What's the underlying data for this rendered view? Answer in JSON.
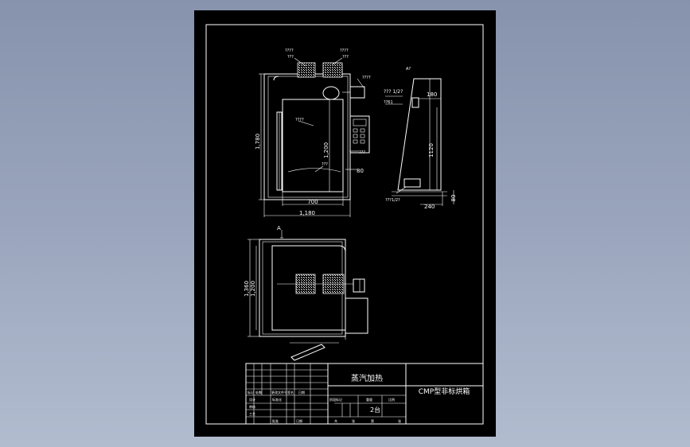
{
  "colors": {
    "background_top": "#8793ad",
    "background_bottom": "#b2bccf",
    "sheet": "#000000",
    "lines": "#ffffff"
  },
  "front_view": {
    "dim_height_total": "1,780",
    "dim_height_inner": "1,200",
    "dim_width_inner": "700",
    "dim_width_total": "1,180",
    "dim_side_80": "80",
    "label_a": "????",
    "label_b": "????",
    "label_c": "????",
    "label_d": "????",
    "label_e": "???",
    "label_f": "???",
    "label_g": "???",
    "label_h": "???"
  },
  "side_view": {
    "label_top": "A?",
    "pipe_label_top": "??? 1/2?",
    "pipe_label_mid": "??61",
    "pipe_label_bottom": "???1/2?",
    "dim_180": "180",
    "dim_1120": "1120",
    "dim_240": "240",
    "dim_80": "80"
  },
  "plan_view": {
    "section_mark": "A",
    "dim_1360": "1,360",
    "dim_1200": "1,200"
  },
  "title_block": {
    "drawing_title": "蒸汽加热",
    "product_name": "CMP型非标烘箱",
    "quantity": "2台",
    "row_label_1": "标记",
    "row_label_2": "处数",
    "row_label_3": "更改文件号",
    "row_label_4": "签名",
    "row_label_5": "日期",
    "design": "设计",
    "check": "审核",
    "process": "工艺",
    "standard": "标准化",
    "approve": "批准",
    "date": "日期",
    "stage_mark": "阶段标记",
    "weight": "重量",
    "scale": "比例",
    "sheet_total": "共",
    "sheet_unit": "张",
    "sheet_no": "第",
    "sheet_unit_2": "张"
  }
}
